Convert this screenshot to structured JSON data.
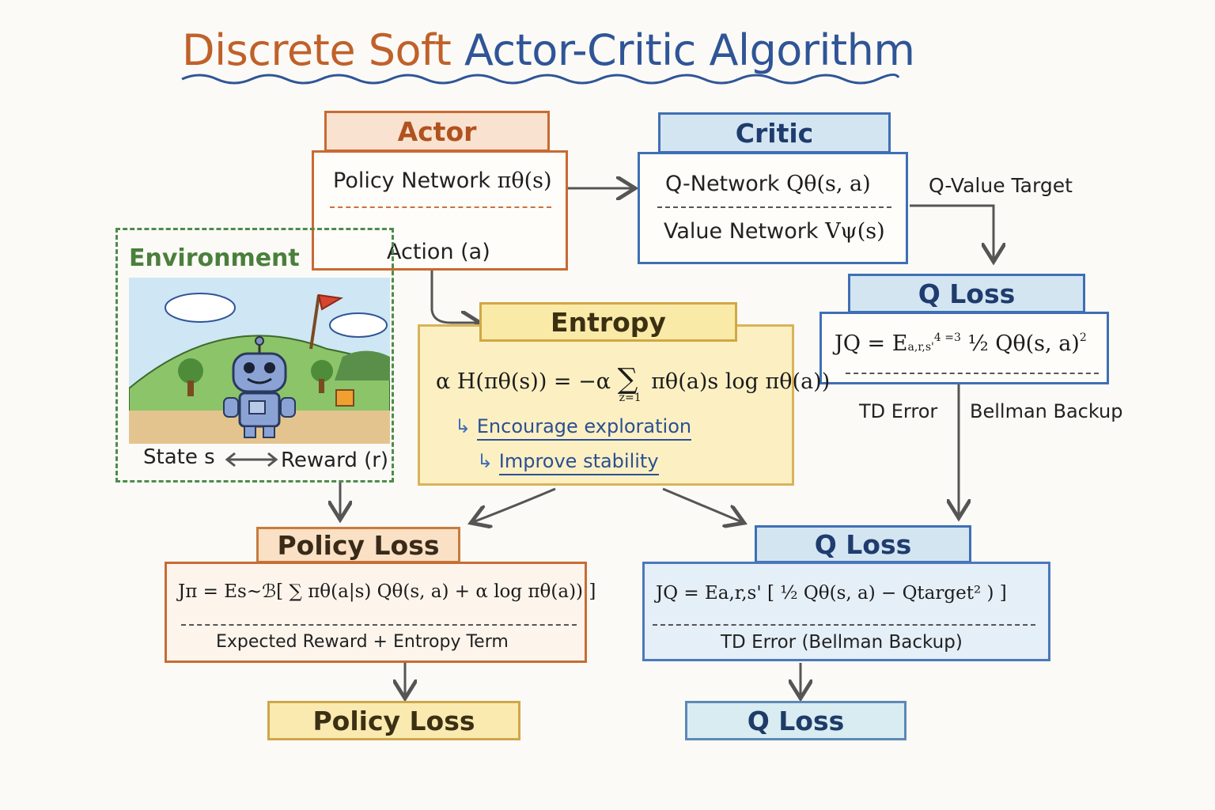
{
  "title": {
    "part1": "Discrete Soft",
    "part2": "Actor-Critic Algorithm"
  },
  "colors": {
    "title_orange": "#c0612a",
    "title_blue": "#2f5597",
    "actor": "#c86a33",
    "critic": "#3f6fb5",
    "entropy": "#d8b458",
    "environment": "#4f8c4a"
  },
  "actor": {
    "header": "Actor",
    "policy_network": "Policy Network",
    "policy_symbol": "πθ(s)",
    "action": "Action (a)"
  },
  "critic": {
    "header": "Critic",
    "q_network": "Q-Network",
    "q_symbol": "Qθ(s, a)",
    "value_network": "Value Network",
    "value_symbol": "Vψ(s)"
  },
  "q_value_target_label": "Q-Value Target",
  "q_loss_top": {
    "header": "Q Loss",
    "formula": "JQ = E",
    "formula_sub": "a,r,s'",
    "formula_sup": "4 =3",
    "formula_rest": "½ Qθ(s, a)",
    "formula_end": "2"
  },
  "td_error_label": "TD Error",
  "bellman_backup_label": "Bellman Backup",
  "environment": {
    "title": "Environment",
    "state": "State s",
    "reward": "Reward (r)",
    "icon": "robot-landscape-icon"
  },
  "entropy": {
    "header": "Entropy",
    "formula_left": "α H(πθ(s)) = −α",
    "sum_symbol": "∑",
    "sum_index": "z=1",
    "formula_right": "πθ(a)s log πθ(a))",
    "bullets": [
      "Encourage exploration",
      "Improve stability"
    ]
  },
  "policy_loss": {
    "header": "Policy Loss",
    "formula": "Jπ = Es~ℬ[ ∑ πθ(a|s) Qθ(s, a) + α log πθ(a)) ]",
    "caption": "Expected Reward + Entropy Term"
  },
  "q_loss_main": {
    "header": "Q Loss",
    "formula": "JQ = Ea,r,s' [ ½ Qθ(s, a) − Qtarget² ) ]",
    "caption": "TD Error (Bellman Backup)"
  },
  "bottom": {
    "policy_loss": "Policy Loss",
    "q_loss": "Q Loss"
  }
}
